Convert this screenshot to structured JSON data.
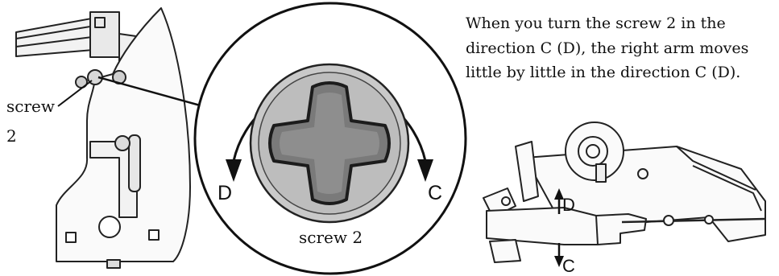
{
  "left_illustration": {
    "screw_label_line1": "screw",
    "screw_label_line2": "2"
  },
  "detail_view": {
    "direction_left": "D",
    "direction_right": "C",
    "screw_label": "screw 2"
  },
  "caption": {
    "text": "When you turn the screw 2 in the direction C (D), the right arm moves little by little in the direction C (D)."
  },
  "right_illustration": {
    "direction_up": "D",
    "direction_down": "C"
  }
}
